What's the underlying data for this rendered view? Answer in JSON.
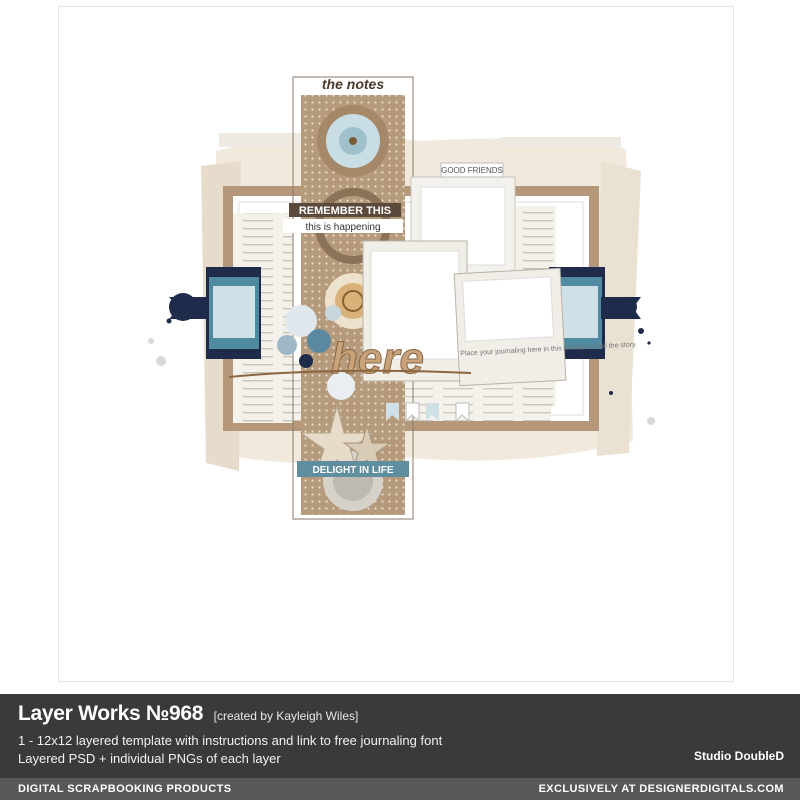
{
  "canvas": {
    "tag_top": "the notes",
    "tag_remember": "REMEMBER THIS",
    "tag_happening": "this is happening",
    "tag_good_friends": "GOOD FRIENDS",
    "tag_delight": "DELIGHT IN LIFE",
    "journal_text": "Place your journaling here in this text box to tell the story.",
    "title_word": "here"
  },
  "footer": {
    "title": "Layer Works №968",
    "credit": "[created by Kayleigh Wiles]",
    "line1": "1 - 12x12 layered template with instructions and link to free journaling font",
    "line2": "Layered PSD + individual PNGs of each layer",
    "studio": "Studio DoubleD"
  },
  "bottom_bar": {
    "left": "DIGITAL SCRAPBOOKING PRODUCTS",
    "right": "EXCLUSIVELY AT DESIGNERDIGITALS.COM"
  },
  "colors": {
    "kraft": "#b59a7c",
    "navy": "#1e2b4a",
    "teal": "#4f8aa0",
    "footer_bg": "#3a3a3a",
    "bar_bg": "#575757"
  }
}
